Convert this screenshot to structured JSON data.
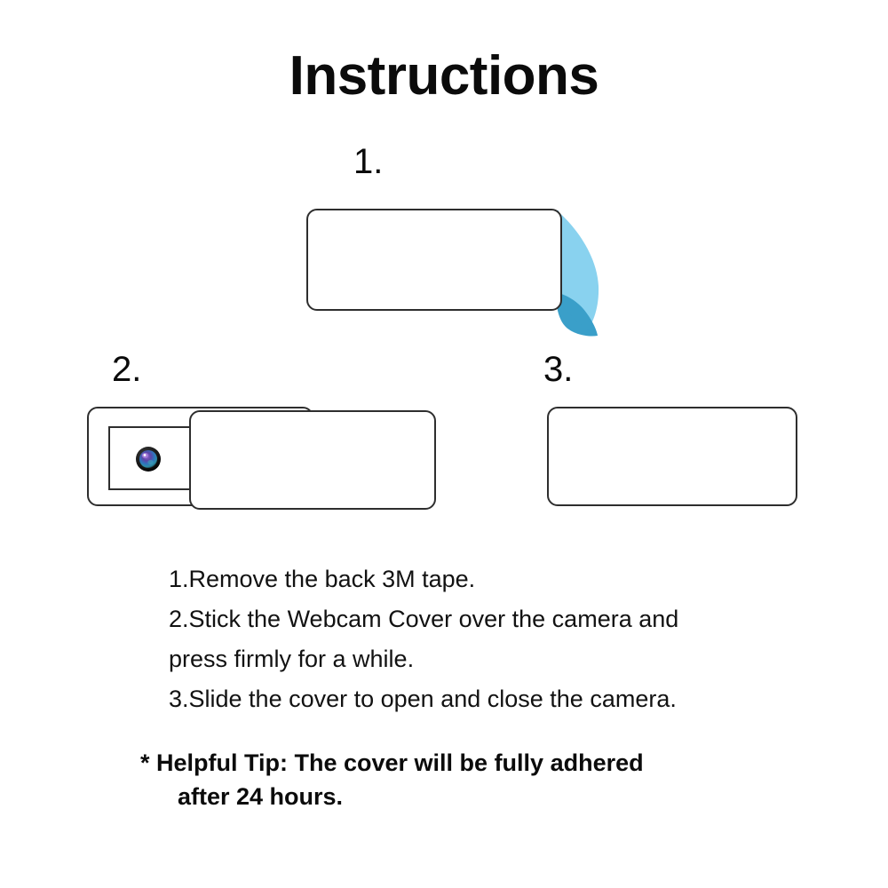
{
  "page": {
    "title": "Instructions",
    "background_color": "#ffffff",
    "text_color": "#111111"
  },
  "steps": [
    {
      "number": "1.",
      "name": "peel-3m-tape",
      "description": "Rounded rectangle webcam cover with blue 3M tape liner being peeled from the right edge"
    },
    {
      "number": "2.",
      "name": "stick-over-camera",
      "description": "Webcam cover placed over camera with slider open showing the camera lens"
    },
    {
      "number": "3.",
      "name": "slide-closed",
      "description": "Webcam cover with slider fully closed"
    }
  ],
  "instructions": [
    "1.Remove the back 3M tape.",
    "2.Stick the Webcam Cover over the camera and",
    "press firmly for a while.",
    "3.Slide the cover to open and close the camera."
  ],
  "tip": {
    "line1": "* Helpful Tip: The cover will be fully adhered",
    "line2": "after 24 hours."
  },
  "colors": {
    "tape_light_blue": "#89D2EF",
    "tape_dark_blue": "#3A9FC9",
    "outline": "#2e2e2e",
    "lens_ring": "#151515",
    "lens_purple": "#6E4C9E",
    "lens_blue": "#2E7FC2",
    "lens_teal": "#3FA9B5"
  },
  "icons": {
    "camera_lens": "camera-lens-icon",
    "tape_flap": "peel-tape-icon"
  }
}
